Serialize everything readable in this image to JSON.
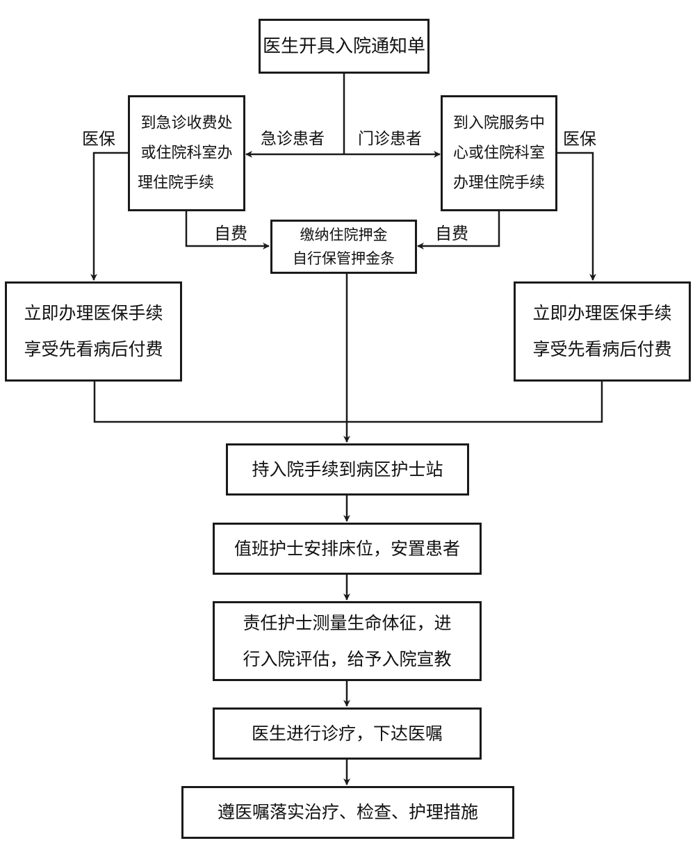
{
  "flowchart": {
    "start": "医生开具入院通知单",
    "branch_labels": {
      "emergency": "急诊患者",
      "outpatient": "门诊患者"
    },
    "emergency_office": [
      "到急诊收费处",
      "或住院科室办",
      "理住院手续"
    ],
    "outpatient_office": [
      "到入院服务中",
      "心或住院科室",
      "办理住院手续"
    ],
    "payment_labels": {
      "insurance_left": "医保",
      "insurance_right": "医保",
      "self_pay_left": "自费",
      "self_pay_right": "自费"
    },
    "deposit": [
      "缴纳住院押金",
      "自行保管押金条"
    ],
    "insurance_left": [
      "立即办理医保手续",
      "享受先看病后付费"
    ],
    "insurance_right": [
      "立即办理医保手续",
      "享受先看病后付费"
    ],
    "steps": [
      {
        "lines": [
          "持入院手续到病区护士站"
        ]
      },
      {
        "lines": [
          "值班护士安排床位，安置患者"
        ]
      },
      {
        "lines": [
          "责任护士测量生命体征，进",
          "行入院评估，给予入院宣教"
        ]
      },
      {
        "lines": [
          "医生进行诊疗，下达医嘱"
        ]
      },
      {
        "lines": [
          "遵医嘱落实治疗、检查、护理措施"
        ]
      }
    ],
    "colors": {
      "line": "#1a1a1a",
      "background": "#ffffff"
    }
  }
}
